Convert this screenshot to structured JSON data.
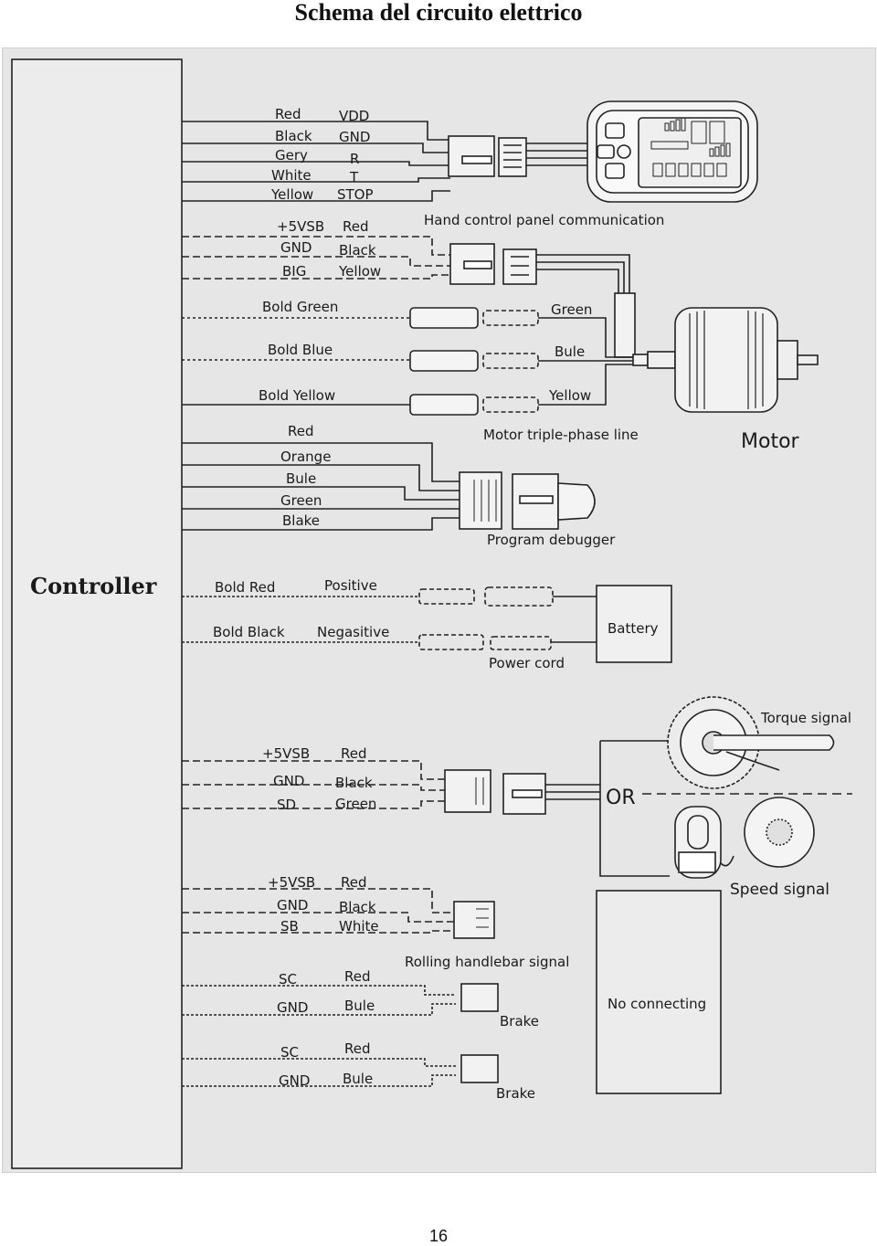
{
  "page": {
    "title": "Schema del circuito elettrico",
    "page_number": "16"
  },
  "diagram": {
    "controller": "Controller",
    "display_group": {
      "left_labels": [
        "Red",
        "Black",
        "Gery",
        "White",
        "Yellow"
      ],
      "right_labels": [
        "VDD",
        "GND",
        "R",
        "T",
        "STOP"
      ]
    },
    "hand_group": {
      "left_labels": [
        "+5VSB",
        "GND",
        "BIG"
      ],
      "right_labels": [
        "Red",
        "Black",
        "Yellow"
      ],
      "caption": "Hand control panel communication"
    },
    "phase_group": {
      "controller_labels": [
        "Bold Green",
        "Bold Blue",
        "Bold  Yellow"
      ],
      "motor_labels": [
        "Green",
        "Bule",
        "Yellow"
      ],
      "caption": "Motor triple-phase line",
      "motor": "Motor"
    },
    "debug_group": {
      "labels": [
        "Red",
        "Orange",
        "Bule",
        "Green",
        "Blake"
      ],
      "caption": "Program debugger"
    },
    "power_group": {
      "left_labels": [
        "Bold Red",
        "Bold Black"
      ],
      "right_labels": [
        "Positive",
        "Negasitive"
      ],
      "caption": "Power cord",
      "battery": "Battery"
    },
    "sensor_group": {
      "left_labels": [
        "+5VSB",
        "GND",
        "SD"
      ],
      "right_labels": [
        "Red",
        "Black",
        "Green"
      ],
      "or": "OR",
      "torque": "Torque signal",
      "speed": "Speed signal"
    },
    "handlebar_group": {
      "left_labels": [
        "+5VSB",
        "GND",
        "SB"
      ],
      "right_labels": [
        "Red",
        "Black",
        "White"
      ],
      "caption": "Rolling handlebar signal"
    },
    "brake1": {
      "left_labels": [
        "SC",
        "GND"
      ],
      "right_labels": [
        "Red",
        "Bule"
      ],
      "caption": "Brake"
    },
    "brake2": {
      "left_labels": [
        "SC",
        "GND"
      ],
      "right_labels": [
        "Red",
        "Bule"
      ],
      "caption": "Brake"
    },
    "no_connect": "No connecting"
  }
}
